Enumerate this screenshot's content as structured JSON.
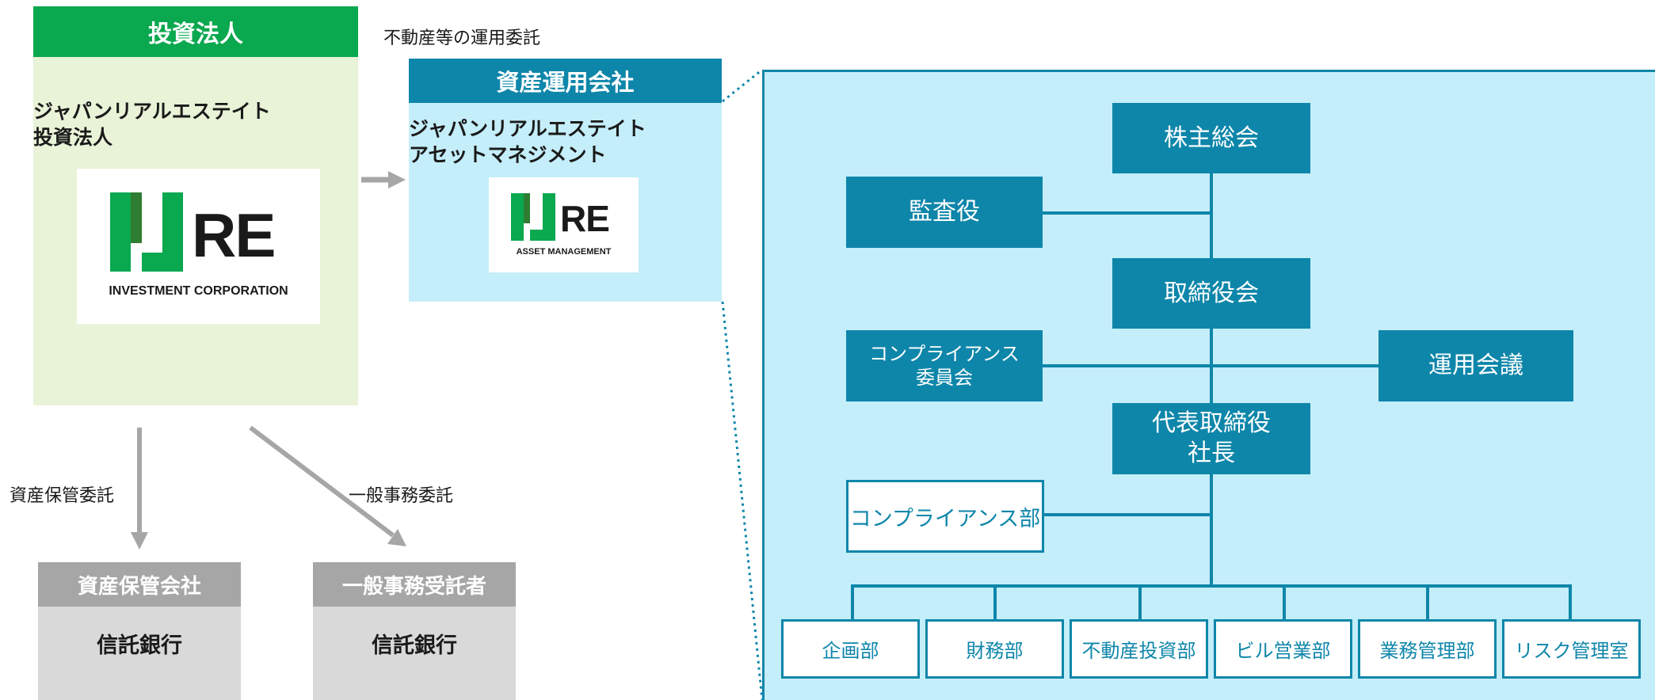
{
  "investment_corp": {
    "header": "投資法人",
    "name": "ジャパンリアルエステイト\n投資法人",
    "logo_text": "RE",
    "logo_caption": "INVESTMENT CORPORATION"
  },
  "asset_manager": {
    "header": "資産運用会社",
    "name": "ジャパンリアルエステイト\nアセットマネジメント",
    "logo_text": "RE",
    "logo_caption": "ASSET MANAGEMENT"
  },
  "labels": {
    "entrust_realestate": "不動産等の運用委託",
    "custody": "資産保管委託",
    "admin": "一般事務委託"
  },
  "custodian": {
    "header": "資産保管会社",
    "body": "信託銀行"
  },
  "administrator": {
    "header": "一般事務受託者",
    "body": "信託銀行"
  },
  "org": {
    "shareholders_meeting": "株主総会",
    "auditor": "監査役",
    "board": "取締役会",
    "compliance_committee": "コンプライアンス\n委員会",
    "investment_committee": "運用会議",
    "president": "代表取締役\n社長",
    "compliance_dept": "コンプライアンス部",
    "departments": [
      "企画部",
      "財務部",
      "不動産投資部",
      "ビル営業部",
      "業務管理部",
      "リスク管理室"
    ]
  },
  "colors": {
    "green": "#0aa84f",
    "teal": "#0e86aa",
    "light_blue": "#c4eef9",
    "light_green": "#e8f3d8",
    "gray": "#a6a6a6"
  }
}
